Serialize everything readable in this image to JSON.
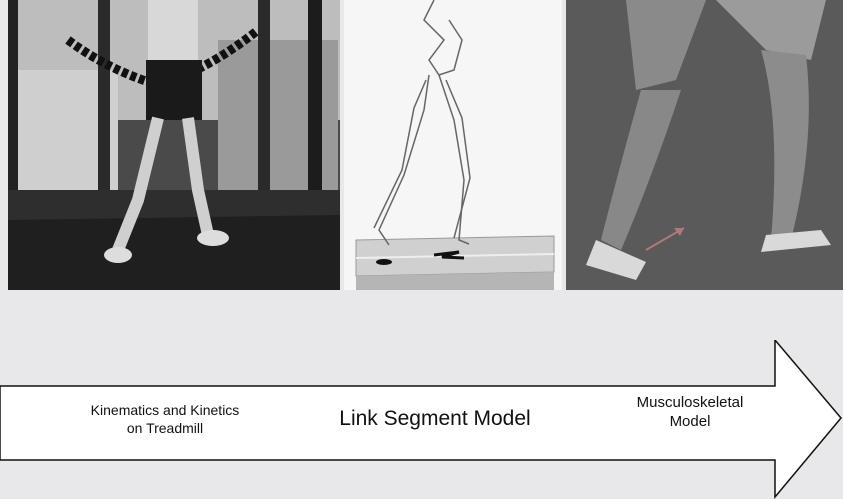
{
  "panels": [
    {
      "id": "treadmill-photo",
      "icon": "runner-on-treadmill-photo"
    },
    {
      "id": "link-segment-render",
      "icon": "stick-figure-skeleton"
    },
    {
      "id": "musculoskeletal-render",
      "icon": "leg-muscle-model"
    }
  ],
  "arrow": {
    "color_fill": "#ffffff",
    "color_stroke": "#111111"
  },
  "labels": {
    "kinematics_line1": "Kinematics and Kinetics",
    "kinematics_line2": "on Treadmill",
    "link_segment": "Link Segment Model",
    "musculoskeletal_line1": "Musculoskeletal",
    "musculoskeletal_line2": "Model"
  }
}
